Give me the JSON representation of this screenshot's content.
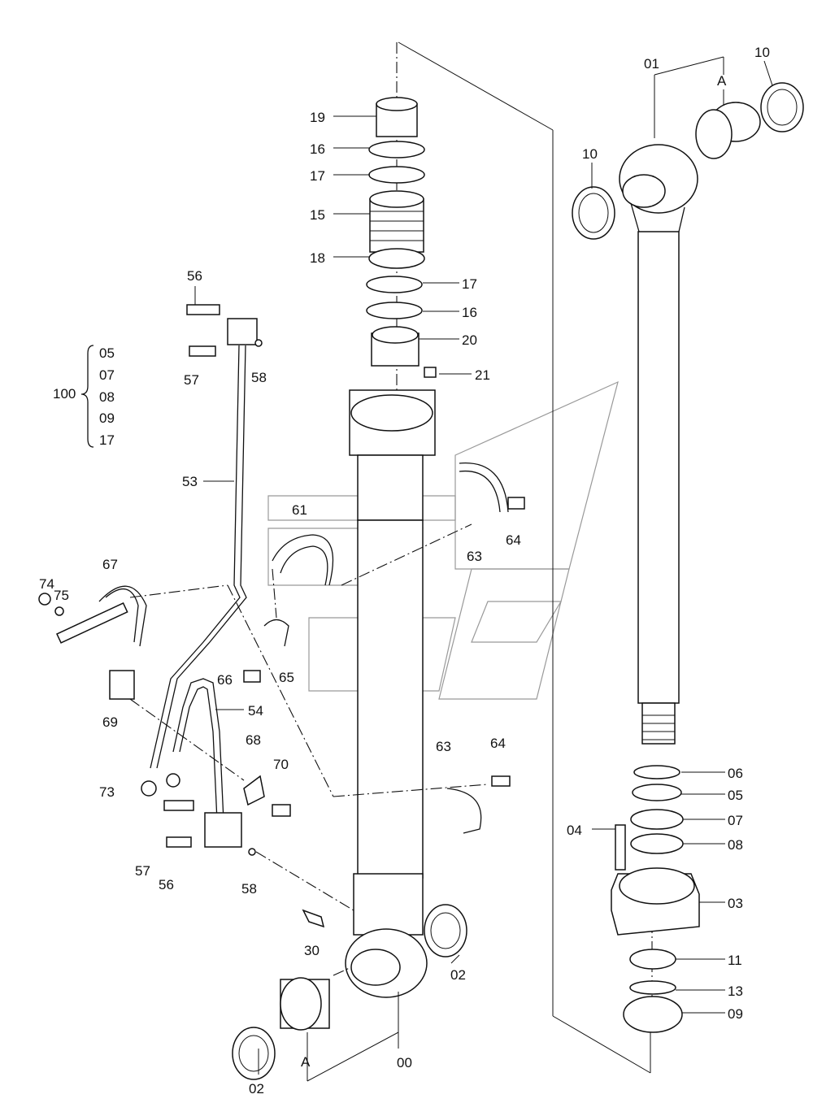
{
  "diagram": {
    "kit_label": "100",
    "kit_parts": [
      "05",
      "07",
      "08",
      "09",
      "17"
    ],
    "labels": {
      "p01": "01",
      "p10a": "10",
      "p10b": "10",
      "pA1": "A",
      "pA2": "A",
      "p19": "19",
      "p16a": "16",
      "p17a": "17",
      "p15": "15",
      "p18": "18",
      "p17b": "17",
      "p16b": "16",
      "p20": "20",
      "p21": "21",
      "p56a": "56",
      "p57a": "57",
      "p58a": "58",
      "p53": "53",
      "p61": "61",
      "p63a": "63",
      "p64a": "64",
      "p67": "67",
      "p74": "74",
      "p75": "75",
      "p69": "69",
      "p66": "66",
      "p65": "65",
      "p54": "54",
      "p68": "68",
      "p70": "70",
      "p73": "73",
      "p57b": "57",
      "p56b": "56",
      "p58b": "58",
      "p63b": "63",
      "p64b": "64",
      "p30": "30",
      "p02a": "02",
      "p02b": "02",
      "p00": "00",
      "p06": "06",
      "p05": "05",
      "p04": "04",
      "p07": "07",
      "p08": "08",
      "p03": "03",
      "p11": "11",
      "p13": "13",
      "p09": "09"
    }
  }
}
